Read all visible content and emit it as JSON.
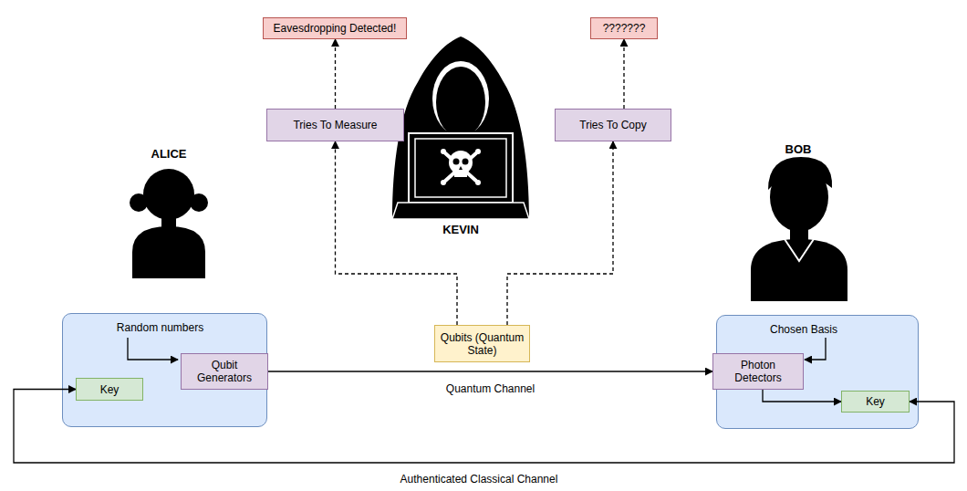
{
  "diagram": {
    "nodes": [
      {
        "text": [
          "Eavesdropping Detected!"
        ]
      },
      {
        "text": [
          "???????"
        ]
      },
      {
        "text": [
          "Tries To Measure"
        ]
      },
      {
        "text": [
          "Tries To Copy"
        ]
      },
      {
        "text": [
          "Random numbers"
        ]
      },
      {
        "text": [
          "Qubit Generators"
        ],
        "in": 4
      },
      {
        "text": [
          "Key"
        ],
        "in": 4
      },
      {
        "text": [
          "Qubits (Quantum State)"
        ]
      },
      {
        "text": [
          "Chosen Basis"
        ]
      },
      {
        "text": [
          "Photon Detectors"
        ],
        "in": 8
      },
      {
        "text": [
          "Key"
        ],
        "in": 8
      }
    ],
    "edges": [
      {
        "from": 7,
        "to": 2,
        "arrow": "to"
      },
      {
        "from": 7,
        "to": 3,
        "arrow": "to"
      },
      {
        "from": 2,
        "to": 0,
        "arrow": "to"
      },
      {
        "from": 3,
        "to": 1,
        "arrow": "to"
      },
      {
        "from": 5,
        "to": 9,
        "arrow": "to",
        "label": "Quantum Channel"
      },
      {
        "from": 9,
        "to": 10,
        "arrow": "to"
      },
      {
        "from": 6,
        "to": 10,
        "arrow": "both",
        "label": "Authenticated Classical Channel"
      }
    ],
    "labels": [
      "ALICE",
      "KEVIN",
      "BOB"
    ]
  }
}
